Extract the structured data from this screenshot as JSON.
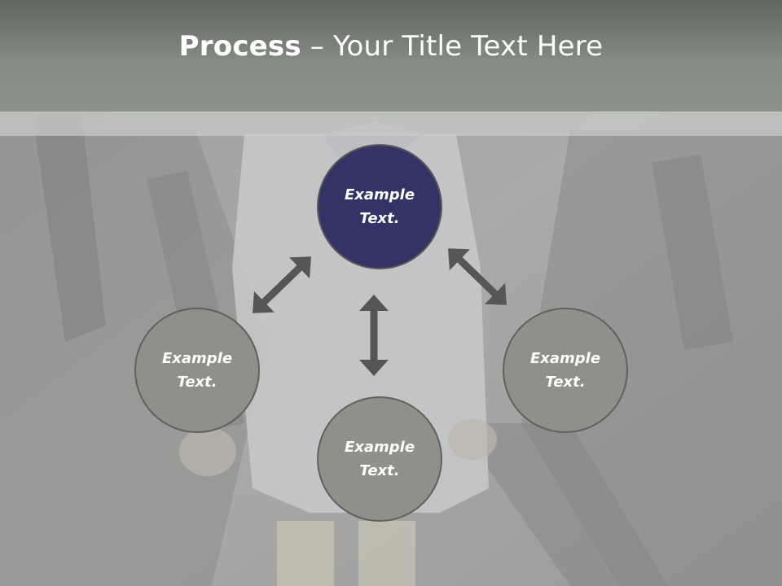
{
  "title": {
    "bold": "Process",
    "separator": " – ",
    "rest": "Your Title Text Here"
  },
  "diagram": {
    "nodes": [
      {
        "id": "top",
        "text": "Example\nText.",
        "highlighted": true
      },
      {
        "id": "left",
        "text": "Example\nText.",
        "highlighted": false
      },
      {
        "id": "bottom",
        "text": "Example\nText.",
        "highlighted": false
      },
      {
        "id": "right",
        "text": "Example\nText.",
        "highlighted": false
      }
    ],
    "arrows": [
      {
        "from": "top",
        "to": "left",
        "icon": "double-headed-arrow-icon"
      },
      {
        "from": "top",
        "to": "bottom",
        "icon": "double-headed-arrow-icon"
      },
      {
        "from": "top",
        "to": "right",
        "icon": "double-headed-arrow-icon"
      }
    ]
  },
  "colors": {
    "highlight_node": "#343366",
    "node": "#8d918a",
    "node_border": "#5f625f",
    "arrow": "#555755",
    "title_band": "#7a7e78"
  }
}
